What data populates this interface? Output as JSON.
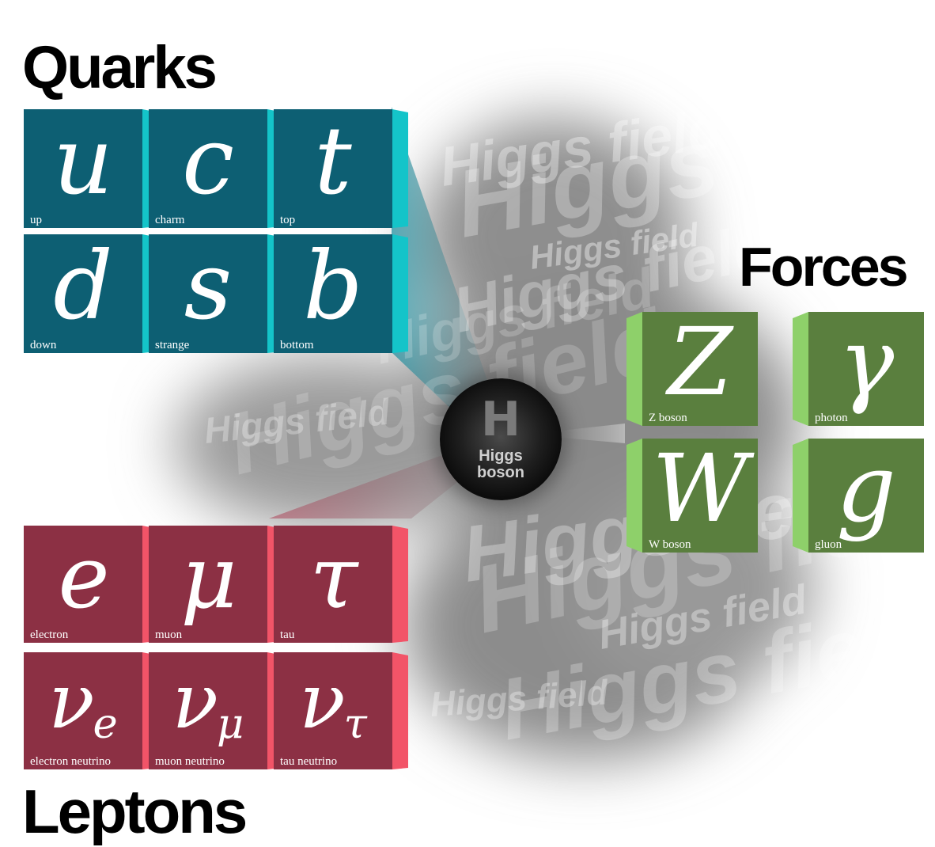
{
  "titles": {
    "quarks": "Quarks",
    "forces": "Forces",
    "leptons": "Leptons"
  },
  "quarks": [
    {
      "symbol": "u",
      "name": "up"
    },
    {
      "symbol": "c",
      "name": "charm"
    },
    {
      "symbol": "t",
      "name": "top"
    },
    {
      "symbol": "d",
      "name": "down"
    },
    {
      "symbol": "s",
      "name": "strange"
    },
    {
      "symbol": "b",
      "name": "bottom"
    }
  ],
  "forces": [
    {
      "symbol": "Z",
      "name": "Z boson"
    },
    {
      "symbol": "γ",
      "name": "photon"
    },
    {
      "symbol": "W",
      "name": "W boson"
    },
    {
      "symbol": "g",
      "name": "gluon"
    }
  ],
  "leptons": [
    {
      "symbol": "e",
      "sub": "",
      "name": "electron"
    },
    {
      "symbol": "μ",
      "sub": "",
      "name": "muon"
    },
    {
      "symbol": "τ",
      "sub": "",
      "name": "tau"
    },
    {
      "symbol": "ν",
      "sub": "e",
      "name": "electron neutrino"
    },
    {
      "symbol": "ν",
      "sub": "μ",
      "name": "muon neutrino"
    },
    {
      "symbol": "ν",
      "sub": "τ",
      "name": "tau neutrino"
    }
  ],
  "higgs": {
    "symbol": "H",
    "label": "Higgs\nboson",
    "field_text": "Higgs field"
  },
  "colors": {
    "quark_face": "#0d5f73",
    "quark_side": "#14c4c9",
    "force_face": "#5a7f3e",
    "force_side": "#8ed06a",
    "lepton_face": "#8c3044",
    "lepton_side": "#f25468",
    "field_gray": "#8a8a8a"
  }
}
